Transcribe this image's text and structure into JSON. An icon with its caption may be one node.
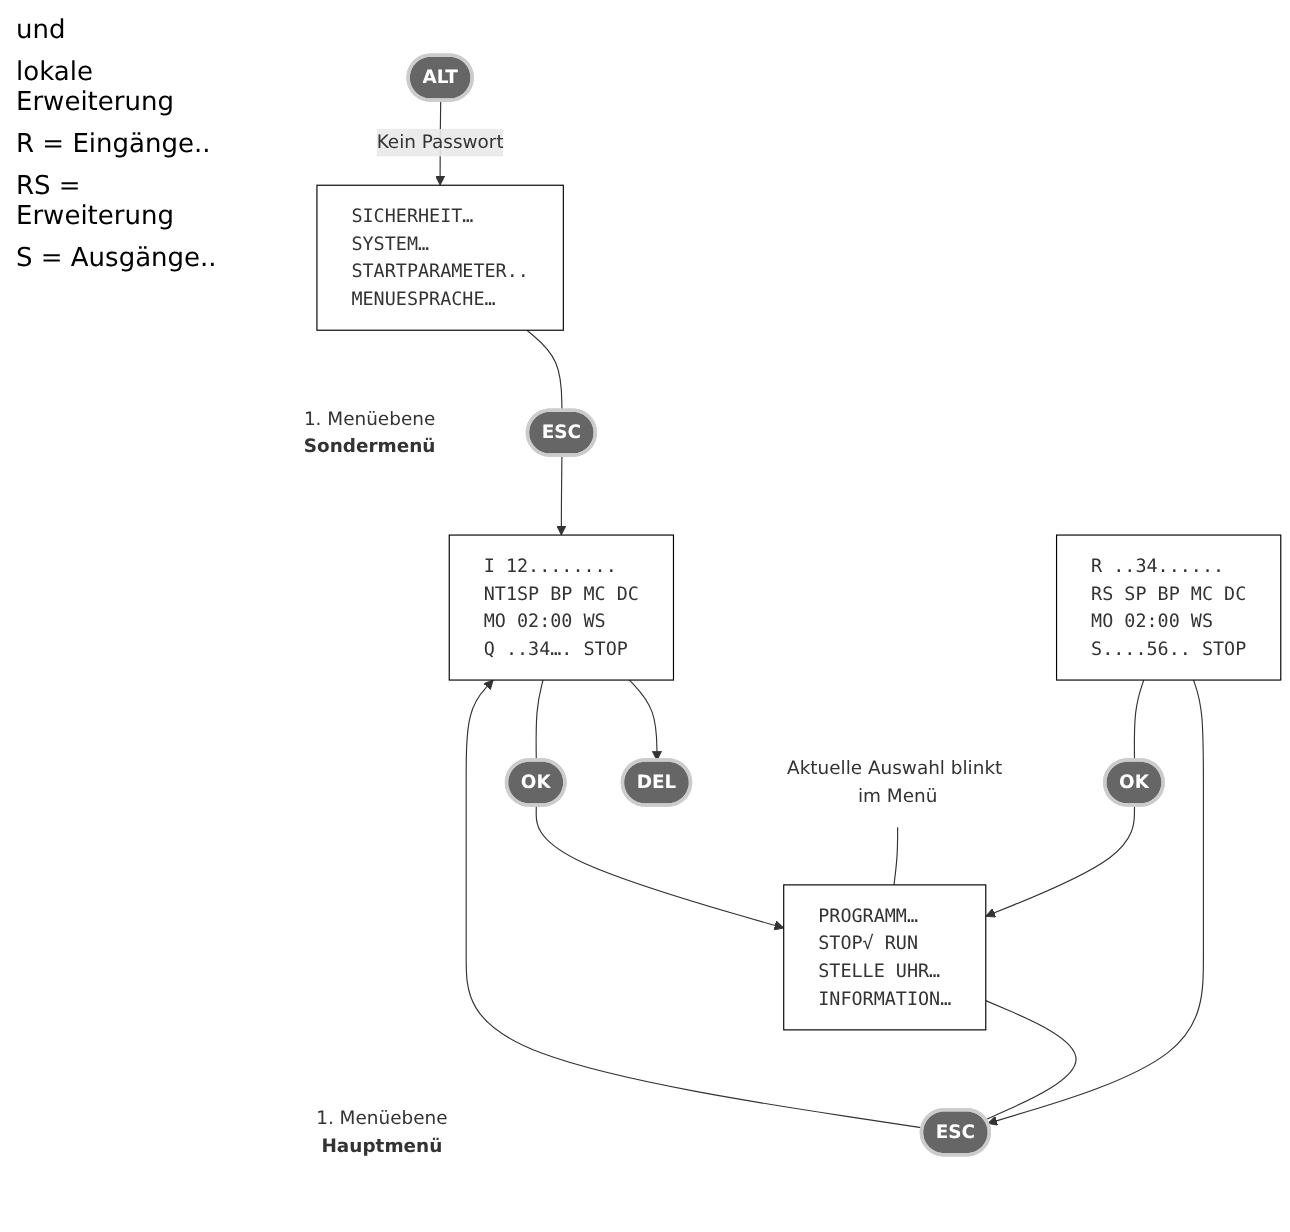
{
  "diagram": {
    "nodes": [
      {
        "text": [
          "I 12........",
          "NT1SP BP MC DC",
          "MO 02:00 WS",
          "Q ..34…. STOP"
        ]
      },
      {
        "text": [
          "DEL"
        ]
      },
      {
        "text": [
          "ALT"
        ]
      },
      {
        "text": [
          "OK"
        ]
      },
      {
        "text": [
          "R ..34......",
          "RS SP BP MC DC",
          "MO 02:00 WS",
          "S....56.. STOP"
        ]
      },
      {
        "text": [
          "ESC"
        ]
      },
      {
        "text": [
          "ESC"
        ]
      },
      {
        "text": [
          "OK"
        ]
      },
      {
        "text": [
          "PROGRAMM…",
          "STOP√ RUN",
          "STELLE UHR…",
          "INFORMATION…"
        ],
        "beside": [
          "1. Menüebene",
          "Hauptmenü"
        ]
      },
      {
        "text": [
          "SICHERHEIT…",
          "SYSTEM…",
          "STARTPARAMETER..",
          "MENUESPRACHE…"
        ],
        "beside": [
          "1. Menüebene",
          "Sondermenü"
        ]
      },
      {
        "text": [
          "Aktuelle Auswahl blinkt im Menü"
        ]
      }
    ],
    "edges": [
      {
        "from": 0,
        "to": 1,
        "arrow": "to"
      },
      {
        "from": 2,
        "to": 9,
        "arrow": "to",
        "label": "Kein Passwort"
      },
      {
        "from": 0,
        "to": 3,
        "arrow": "none"
      },
      {
        "from": 3,
        "to": 8,
        "arrow": "to"
      },
      {
        "from": 4,
        "to": 5,
        "arrow": "to"
      },
      {
        "from": 8,
        "to": 5,
        "arrow": "none"
      },
      {
        "from": 5,
        "to": 0,
        "arrow": "to"
      },
      {
        "from": 4,
        "to": 7,
        "arrow": "none"
      },
      {
        "from": 7,
        "to": 8,
        "arrow": "to"
      },
      {
        "from": 9,
        "to": 6,
        "arrow": "none"
      },
      {
        "from": 6,
        "to": 0,
        "arrow": "to"
      },
      {
        "from": 10,
        "to": 8,
        "arrow": "none"
      }
    ],
    "labels": [
      "und",
      "lokale Erweiterung",
      "R = Eingänge..",
      "RS = Erweiterung",
      "S = Ausgänge.."
    ]
  }
}
